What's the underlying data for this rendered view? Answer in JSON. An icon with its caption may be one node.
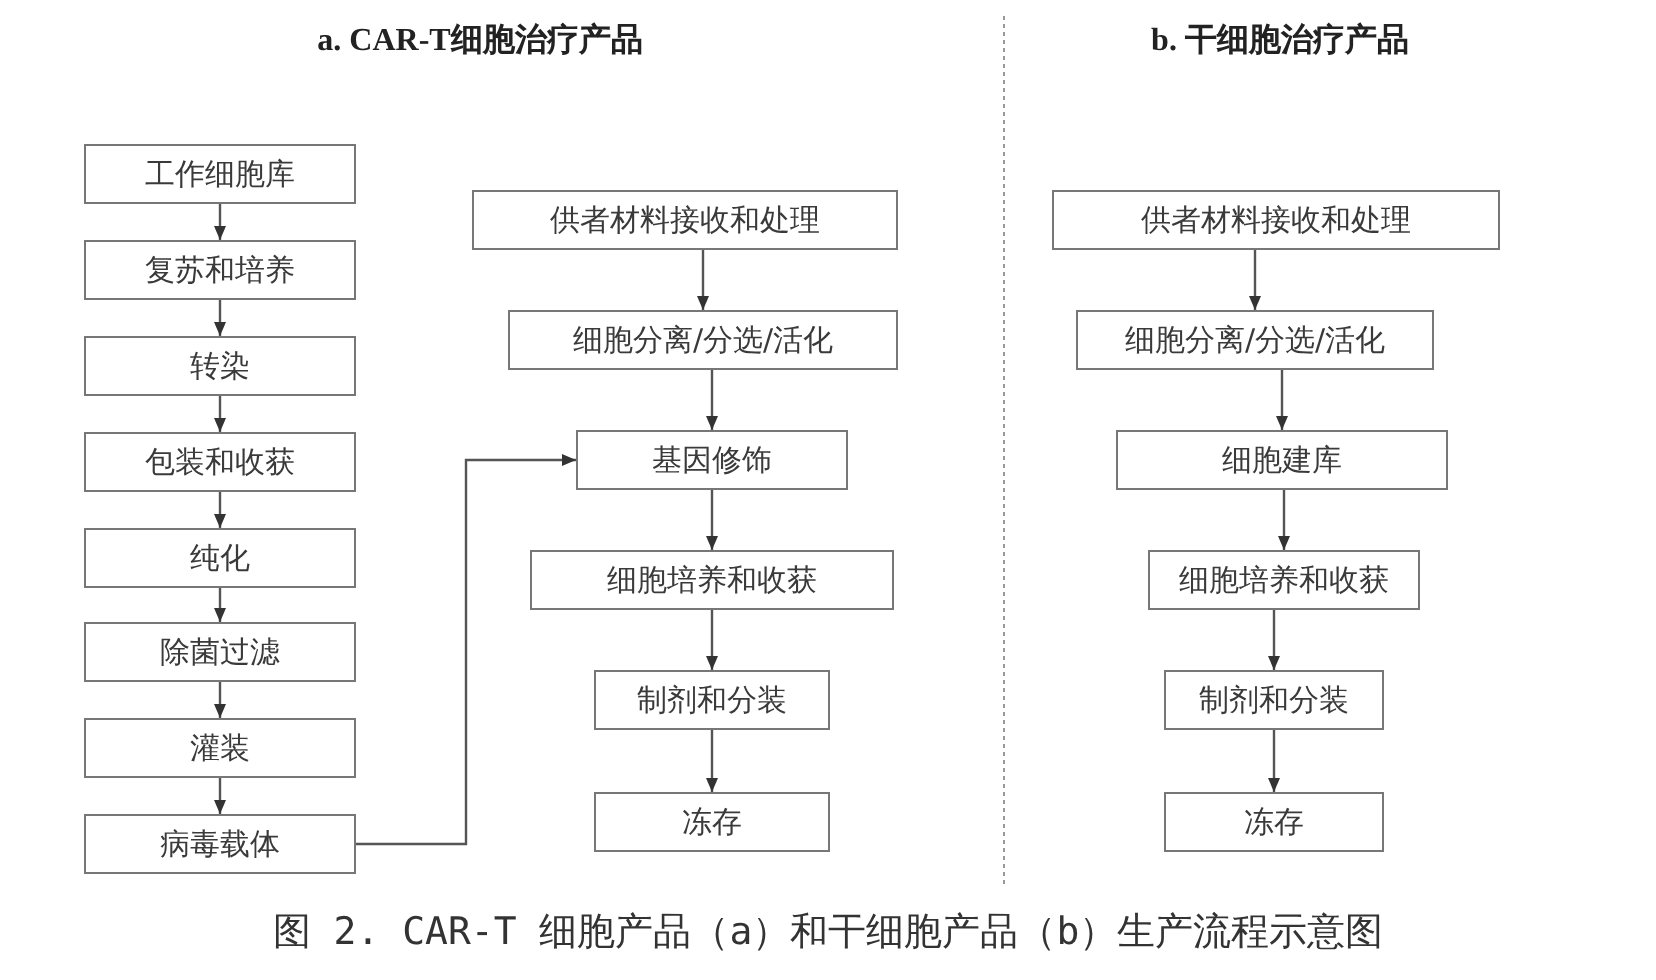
{
  "diagram": {
    "caption": "图 2. CAR-T 细胞产品（a）和干细胞产品（b）生产流程示意图",
    "nodes": [
      {
        "text": [
          "工作细胞库"
        ]
      },
      {
        "text": [
          "复苏和培养"
        ]
      },
      {
        "text": [
          "转染"
        ]
      },
      {
        "text": [
          "包装和收获"
        ]
      },
      {
        "text": [
          "纯化"
        ]
      },
      {
        "text": [
          "除菌过滤"
        ]
      },
      {
        "text": [
          "灌装"
        ]
      },
      {
        "text": [
          "病毒载体"
        ]
      },
      {
        "text": [
          "供者材料接收和处理"
        ]
      },
      {
        "text": [
          "细胞分离/分选/活化"
        ]
      },
      {
        "text": [
          "基因修饰"
        ]
      },
      {
        "text": [
          "细胞培养和收获"
        ]
      },
      {
        "text": [
          "制剂和分装"
        ]
      },
      {
        "text": [
          "冻存"
        ]
      },
      {
        "text": [
          "供者材料接收和处理"
        ]
      },
      {
        "text": [
          "细胞分离/分选/活化"
        ]
      },
      {
        "text": [
          "细胞建库"
        ]
      },
      {
        "text": [
          "细胞培养和收获"
        ]
      },
      {
        "text": [
          "制剂和分装"
        ]
      },
      {
        "text": [
          "冻存"
        ]
      }
    ],
    "edges": [
      {
        "from": 0,
        "to": 1,
        "arrow": "to"
      },
      {
        "from": 1,
        "to": 2,
        "arrow": "to"
      },
      {
        "from": 2,
        "to": 3,
        "arrow": "to"
      },
      {
        "from": 3,
        "to": 4,
        "arrow": "to"
      },
      {
        "from": 4,
        "to": 5,
        "arrow": "to"
      },
      {
        "from": 5,
        "to": 6,
        "arrow": "to"
      },
      {
        "from": 6,
        "to": 7,
        "arrow": "to"
      },
      {
        "from": 7,
        "to": 10,
        "arrow": "to"
      },
      {
        "from": 8,
        "to": 9,
        "arrow": "to"
      },
      {
        "from": 9,
        "to": 10,
        "arrow": "to"
      },
      {
        "from": 10,
        "to": 11,
        "arrow": "to"
      },
      {
        "from": 11,
        "to": 12,
        "arrow": "to"
      },
      {
        "from": 12,
        "to": 13,
        "arrow": "to"
      },
      {
        "from": 14,
        "to": 15,
        "arrow": "to"
      },
      {
        "from": 15,
        "to": 16,
        "arrow": "to"
      },
      {
        "from": 16,
        "to": 17,
        "arrow": "to"
      },
      {
        "from": 17,
        "to": 18,
        "arrow": "to"
      },
      {
        "from": 18,
        "to": 19,
        "arrow": "to"
      }
    ],
    "labels": [
      "a. CAR-T细胞治疗产品",
      "b. 干细胞治疗产品"
    ]
  }
}
